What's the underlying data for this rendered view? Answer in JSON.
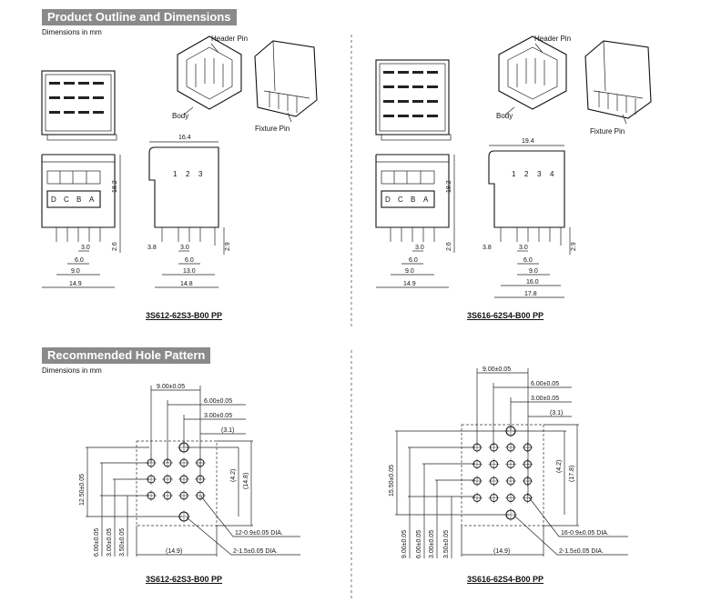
{
  "sections": {
    "outline_title": "Product Outline and Dimensions",
    "hole_title": "Recommended Hole Pattern",
    "units": "Dimensions in mm"
  },
  "labels": {
    "header_pin": "Header Pin",
    "body": "Body",
    "fixture_pin": "Fixture Pin",
    "row_letters": [
      "D",
      "C",
      "B",
      "A"
    ]
  },
  "left": {
    "part_number": "3S612-62S3-B00 PP",
    "columns": [
      "1",
      "2",
      "3"
    ],
    "outline_dims": {
      "top_width": "16.4",
      "height": "18.2",
      "pin_len": "2.6",
      "fixture_len": "2.9",
      "p3": "3.0",
      "p6": "6.0",
      "p9": "9.0",
      "total_front": "14.9",
      "r3": "3.0",
      "r6": "6.0",
      "r13": "13.0",
      "r148": "14.8",
      "offset": "3.8"
    },
    "hole_dims": {
      "h900": "9.00±0.05",
      "h600": "6.00±0.05",
      "h300": "3.00±0.05",
      "h31": "(3.1)",
      "h42": "(4.2)",
      "h148": "(14.8)",
      "h1250": "12.50±0.05",
      "v600": "6.00±0.05",
      "v300": "3.00±0.05",
      "v350": "3.50±0.05",
      "w149": "(14.9)",
      "dia_small": "12-0.9±0.05 DIA.",
      "dia_large": "2-1.5±0.05 DIA."
    }
  },
  "right": {
    "part_number": "3S616-62S4-B00 PP",
    "columns": [
      "1",
      "2",
      "3",
      "4"
    ],
    "outline_dims": {
      "top_width": "19.4",
      "height": "18.2",
      "pin_len": "2.6",
      "fixture_len": "2.9",
      "p3": "3.0",
      "p6": "6.0",
      "p9": "9.0",
      "total_front": "14.9",
      "r3": "3.0",
      "r6": "6.0",
      "r9": "9.0",
      "r16": "16.0",
      "r178": "17.8",
      "offset": "3.8"
    },
    "hole_dims": {
      "h900": "9.00±0.05",
      "h600": "6.00±0.05",
      "h300": "3.00±0.05",
      "h31": "(3.1)",
      "h42": "(4.2)",
      "h178": "(17.8)",
      "h1550": "15.50±0.05",
      "v900": "9.00±0.05",
      "v600": "6.00±0.05",
      "v300": "3.00±0.05",
      "v350": "3.50±0.05",
      "w149": "(14.9)",
      "dia_small": "16-0.9±0.05 DIA.",
      "dia_large": "2-1.5±0.05 DIA."
    }
  }
}
